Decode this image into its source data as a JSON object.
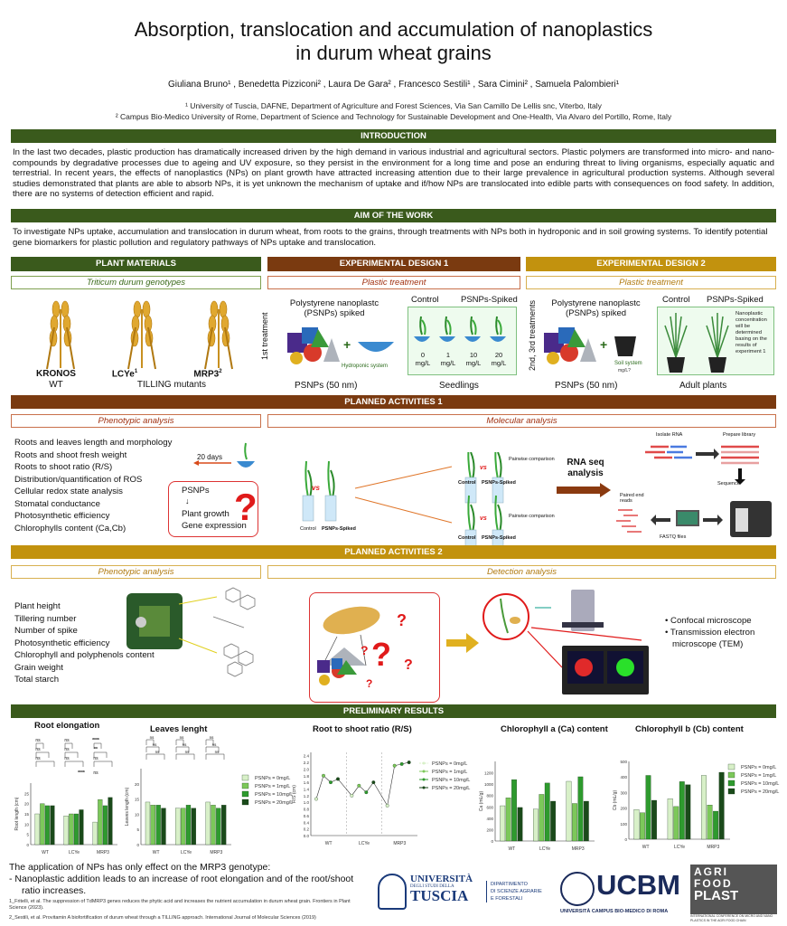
{
  "title_line1": "Absorption, translocation and accumulation of nanoplastics",
  "title_line2": "in durum wheat grains",
  "authors": "Giuliana Bruno¹ , Benedetta Pizziconi² , Laura De Gara² , Francesco Sestili¹ , Sara Cimini² , Samuela Palombieri¹",
  "affil1": "¹ University of Tuscia, DAFNE, Department of Agriculture and Forest Sciences, Via San Camillo De Lellis snc, Viterbo, Italy",
  "affil2": "² Campus Bio-Medico University of Rome, Department of Science and Technology for Sustainable Development and One-Health, Via Alvaro del Portillo, Rome, Italy",
  "intro_header": "INTRODUCTION",
  "intro_text": "In the last two decades, plastic production has dramatically increased driven by the high demand in various industrial and agricultural sectors. Plastic polymers are transformed into micro- and nano-compounds by degradative processes due to ageing and UV exposure, so they persist in the environment for a long time and pose an enduring threat to living organisms, especially aquatic and terrestrial. In recent years, the effects of nanoplastics (NPs) on plant growth have attracted increasing attention due to their large prevalence in agricultural production systems. Although several studies demonstrated that plants are able to absorb NPs, it is yet unknown the mechanism of uptake and if/how NPs are translocated into edible parts with consequences on food safety. In addition, there are no systems of detection efficient and rapid.",
  "aim_header": "AIM OF THE WORK",
  "aim_text": "To investigate NPs uptake, accumulation and translocation in durum wheat, from roots to the grains, through treatments with NPs both in hydroponic and in soil growing systems. To identify potential gene biomarkers for plastic pollution and regulatory pathways of NPs uptake and translocation.",
  "plant_materials": {
    "header": "PLANT MATERIALS",
    "sub": "Triticum durum genotypes",
    "g1": "KRONOS",
    "g2": "LCYe",
    "g2sup": "1",
    "g3": "MRP3",
    "g3sup": "2",
    "wt": "WT",
    "tilling": "TILLING mutants"
  },
  "exp1": {
    "header": "EXPERIMENTAL DESIGN 1",
    "sub": "Plastic treatment",
    "treat": "1st treatment",
    "psnp": "Polystyrene nanoplastc (PSNPs) spiked",
    "hydro": "Hydroponic system",
    "control": "Control",
    "spiked": "PSNPs-Spiked",
    "doses": [
      "0",
      "1",
      "10",
      "20"
    ],
    "unit": "mg/L",
    "caption1": "PSNPs (50 nm)",
    "caption2": "Seedlings"
  },
  "exp2": {
    "header": "EXPERIMENTAL DESIGN 2",
    "sub": "Plastic treatment",
    "treat": "2nd, 3rd treatments",
    "psnp": "Polystyrene nanoplastc (PSNPs) spiked",
    "soil": "Soil system",
    "soilunit": "mg/L?",
    "control": "Control",
    "spiked": "PSNPs-Spiked",
    "note": "Nanoplastic concentration will be determined basing on the results of experiment 1",
    "caption1": "PSNPs (50 nm)",
    "caption2": "Adult plants"
  },
  "pa1": {
    "header": "PLANNED ACTIVITIES 1",
    "pheno": "Phenotypic analysis",
    "mol": "Molecular analysis",
    "list": [
      "Roots and leaves length and morphology",
      "Roots and shoot fresh weight",
      "Roots to shoot ratio (R/S)",
      "Distribution/quantification of ROS",
      "Cellular redox state analysis",
      "Stomatal conductance",
      "Photosynthetic efficiency",
      "Chlorophylls content (Ca,Cb)"
    ],
    "days": "20 days",
    "box_title": "PSNPs",
    "box_l1": "Plant growth",
    "box_l2": "Gene expression",
    "control": "Control",
    "vs": "vs",
    "spiked": "PSNPs-Spiked",
    "pairwise": "Pairwise comparison",
    "rnaseq": "RNA seq analysis",
    "isolate": "Isolate RNA",
    "prepare": "Prepare library",
    "sequence": "Sequence",
    "paired": "Paired end reads",
    "fastq": "FASTQ files"
  },
  "pa2": {
    "header": "PLANNED ACTIVITIES 2",
    "pheno": "Phenotypic analysis",
    "det": "Detection analysis",
    "list": [
      "Plant height",
      "Tillering number",
      "Number of spike",
      "Photosynthetic efficiency",
      "Chlorophyll and polyphenols content",
      "Grain weight",
      "Total starch"
    ],
    "bullets": [
      "Confocal microscope",
      "Transmission electron microscope (TEM)"
    ]
  },
  "results_header": "PRELIMINARY RESULTS",
  "legend_labels": [
    "PSNPs = 0mg/L",
    "PSNPs = 1mg/L",
    "PSNPs = 10mg/L",
    "PSNPs = 20mg/L"
  ],
  "series_colors": [
    "#d8f0c8",
    "#7cc85a",
    "#2e9a2e",
    "#1a4a1a"
  ],
  "conclusion": {
    "line1": "The application of NPs has only effect on the MRP3 genotype:",
    "line2": "-  Nanoplastic addition leads to an increase of root elongation and of the root/shoot",
    "line3": "ratio increases."
  },
  "refs": {
    "r1": "1_Fritelli, et al. The suppression of TdMRP3 genes reduces the phytic acid and increases the nutrient accumulation in durum wheat grain. Frontiers in Plant Science (2023).",
    "r2": "2_Sestili, et al. Provitamin A biofortification of durum wheat through a TILLING approach. International Journal of Molecular Sciences (2019)"
  },
  "logos": {
    "tuscia1": "UNIVERSITÀ",
    "tuscia2": "DEGLI STUDI DELLA",
    "tuscia3": "TUSCIA",
    "dip1": "DIPARTIMENTO",
    "dip2": "DI SCIENZE AGRARIE",
    "dip3": "E FORESTALI",
    "ucbm": "UCBM",
    "ucbm_sub": "UNIVERSITÀ CAMPUS BIO-MEDICO DI ROMA",
    "agri1": "AGRI",
    "agri2": "FOOD",
    "agri3": "PLAST",
    "agri_sub": "INTERNATIONAL CONFERENCE ON MICRO AND NANO PLASTICS IN THE AGRI FOOD CHAIN"
  },
  "chart_data": [
    {
      "type": "bar",
      "title": "Root elongation",
      "ylabel": "Root length (cm)",
      "categories": [
        "WT",
        "LCYe",
        "MRP3"
      ],
      "ylim": [
        0,
        30
      ],
      "yticks": [
        0,
        5,
        10,
        15,
        20,
        25
      ],
      "series": [
        {
          "name": "PSNPs = 0mg/L",
          "values": [
            15,
            14,
            11
          ]
        },
        {
          "name": "PSNPs = 1mg/L",
          "values": [
            20,
            15,
            22
          ]
        },
        {
          "name": "PSNPs = 10mg/L",
          "values": [
            19,
            15,
            19
          ]
        },
        {
          "name": "PSNPs = 20mg/L",
          "values": [
            19,
            17,
            23
          ]
        }
      ],
      "significance": [
        "ns",
        "ns",
        "ns",
        "ns",
        "ns",
        "ns",
        "ns",
        "ns",
        "****",
        "**",
        "****"
      ]
    },
    {
      "type": "bar",
      "title": "Leaves lenght",
      "ylabel": "Leaves length (cm)",
      "categories": [
        "WT",
        "LCYe",
        "MRP3"
      ],
      "ylim": [
        0,
        25
      ],
      "yticks": [
        0,
        5,
        10,
        15,
        20
      ],
      "series": [
        {
          "name": "PSNPs = 0mg/L",
          "values": [
            14,
            12,
            14
          ]
        },
        {
          "name": "PSNPs = 1mg/L",
          "values": [
            13,
            12,
            13
          ]
        },
        {
          "name": "PSNPs = 10mg/L",
          "values": [
            13,
            13,
            12
          ]
        },
        {
          "name": "PSNPs = 20mg/L",
          "values": [
            12,
            12,
            13
          ]
        }
      ]
    },
    {
      "type": "line",
      "title": "Root to shoot ratio (R/S)",
      "ylabel": "R/S (cm)",
      "categories": [
        "WT",
        "LCYe",
        "MRP3"
      ],
      "ylim": [
        0,
        2.5
      ],
      "yticks": [
        0,
        0.2,
        0.4,
        0.6,
        0.8,
        1.0,
        1.2,
        1.4,
        1.6,
        1.8,
        2.0,
        2.2,
        2.4
      ],
      "series": [
        {
          "name": "PSNPs = 0mg/L",
          "values": [
            1.1,
            1.2,
            0.9
          ]
        },
        {
          "name": "PSNPs = 1mg/L",
          "values": [
            1.8,
            1.5,
            2.1
          ]
        },
        {
          "name": "PSNPs = 10mg/L",
          "values": [
            1.6,
            1.3,
            2.15
          ]
        },
        {
          "name": "PSNPs = 20mg/L",
          "values": [
            1.7,
            1.6,
            2.2
          ]
        }
      ]
    },
    {
      "type": "bar",
      "title": "Chlorophyll a (Ca) content",
      "ylabel": "Ca (mL/g)",
      "categories": [
        "WT",
        "LCYe",
        "MRP3"
      ],
      "ylim": [
        0,
        1400
      ],
      "yticks": [
        0,
        200,
        400,
        600,
        800,
        1000,
        1200
      ],
      "series": [
        {
          "name": "PSNPs = 0mg/L",
          "values": [
            620,
            560,
            1050
          ]
        },
        {
          "name": "PSNPs = 1mg/L",
          "values": [
            760,
            820,
            660
          ]
        },
        {
          "name": "PSNPs = 10mg/L",
          "values": [
            1080,
            1020,
            1130
          ]
        },
        {
          "name": "PSNPs = 20mg/L",
          "values": [
            590,
            700,
            700
          ]
        }
      ]
    },
    {
      "type": "bar",
      "title": "Chlorophyll b (Cb) content",
      "ylabel": "Cb (mL/g)",
      "categories": [
        "WT",
        "LCYe",
        "MRP3"
      ],
      "ylim": [
        0,
        500
      ],
      "yticks": [
        0,
        100,
        200,
        300,
        400,
        500
      ],
      "series": [
        {
          "name": "PSNPs = 0mg/L",
          "values": [
            190,
            260,
            410
          ]
        },
        {
          "name": "PSNPs = 1mg/L",
          "values": [
            170,
            210,
            220
          ]
        },
        {
          "name": "PSNPs = 10mg/L",
          "values": [
            410,
            370,
            180
          ]
        },
        {
          "name": "PSNPs = 20mg/L",
          "values": [
            250,
            350,
            430
          ]
        }
      ]
    }
  ]
}
